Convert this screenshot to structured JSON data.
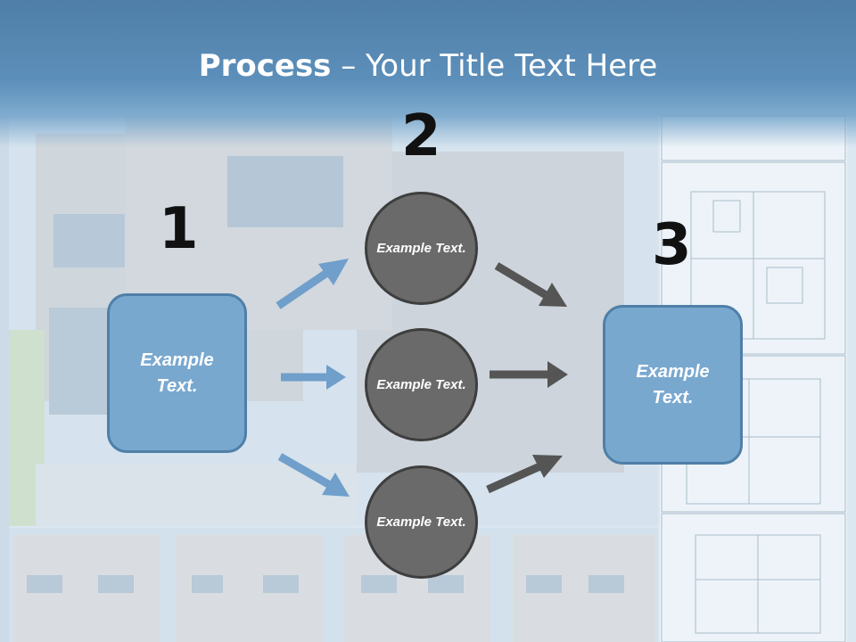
{
  "slide": {
    "title_bold": "Process",
    "title_rest": " – Your Title Text Here"
  },
  "steps": {
    "step1_number": "1",
    "step2_number": "2",
    "step3_number": "3"
  },
  "left_box": {
    "text": "Example Text."
  },
  "circles": [
    {
      "text": "Example Text."
    },
    {
      "text": "Example Text."
    },
    {
      "text": "Example Text."
    }
  ],
  "right_box": {
    "text": "Example Text."
  },
  "colors": {
    "header": "#4f7fa8",
    "box_fill": "#79a8cf",
    "box_border": "#4f7fa8",
    "circle_fill": "#6a6a6a",
    "blue_arrow": "#6f9fca",
    "gray_arrow": "#555555"
  }
}
